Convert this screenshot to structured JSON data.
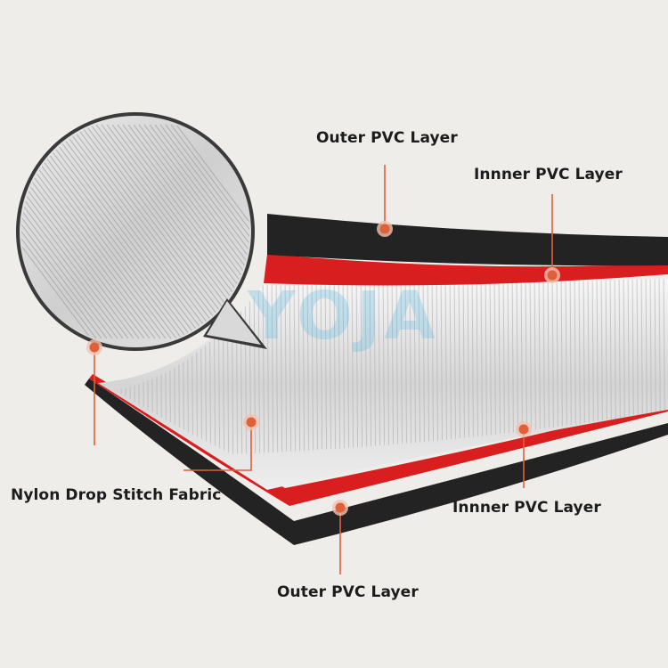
{
  "colors": {
    "background": "#efedea",
    "pvc_outer": "#232323",
    "pvc_inner": "#d81e1e",
    "fabric": "#dcdcdc",
    "callout": "#e0603a",
    "watermark": "#5ab9e1"
  },
  "labels": {
    "outer_top": "Outer PVC Layer",
    "inner_top": "Innner PVC Layer",
    "nylon": "Nylon Drop Stitch Fabric",
    "inner_bottom": "Innner PVC Layer",
    "outer_bottom": "Outer PVC Layer"
  },
  "watermark": "YOJA"
}
